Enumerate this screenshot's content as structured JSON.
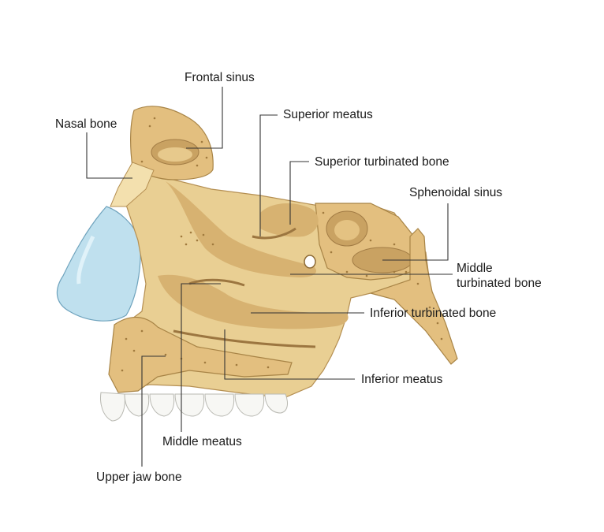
{
  "labels": {
    "frontal_sinus": "Frontal sinus",
    "nasal_bone": "Nasal bone",
    "superior_meatus": "Superior meatus",
    "superior_turbinated_bone": "Superior turbinated bone",
    "sphenoidal_sinus": "Sphenoidal sinus",
    "middle_turbinated_bone_line1": "Middle",
    "middle_turbinated_bone_line2": "turbinated bone",
    "inferior_turbinated_bone": "Inferior turbinated bone",
    "inferior_meatus": "Inferior meatus",
    "middle_meatus": "Middle meatus",
    "upper_jaw_bone": "Upper jaw bone"
  },
  "colors": {
    "bone": "#e9cf93",
    "cartilage": "#bfe0ee",
    "teeth": "#f7f7f4",
    "leader_lines": "#333333"
  }
}
